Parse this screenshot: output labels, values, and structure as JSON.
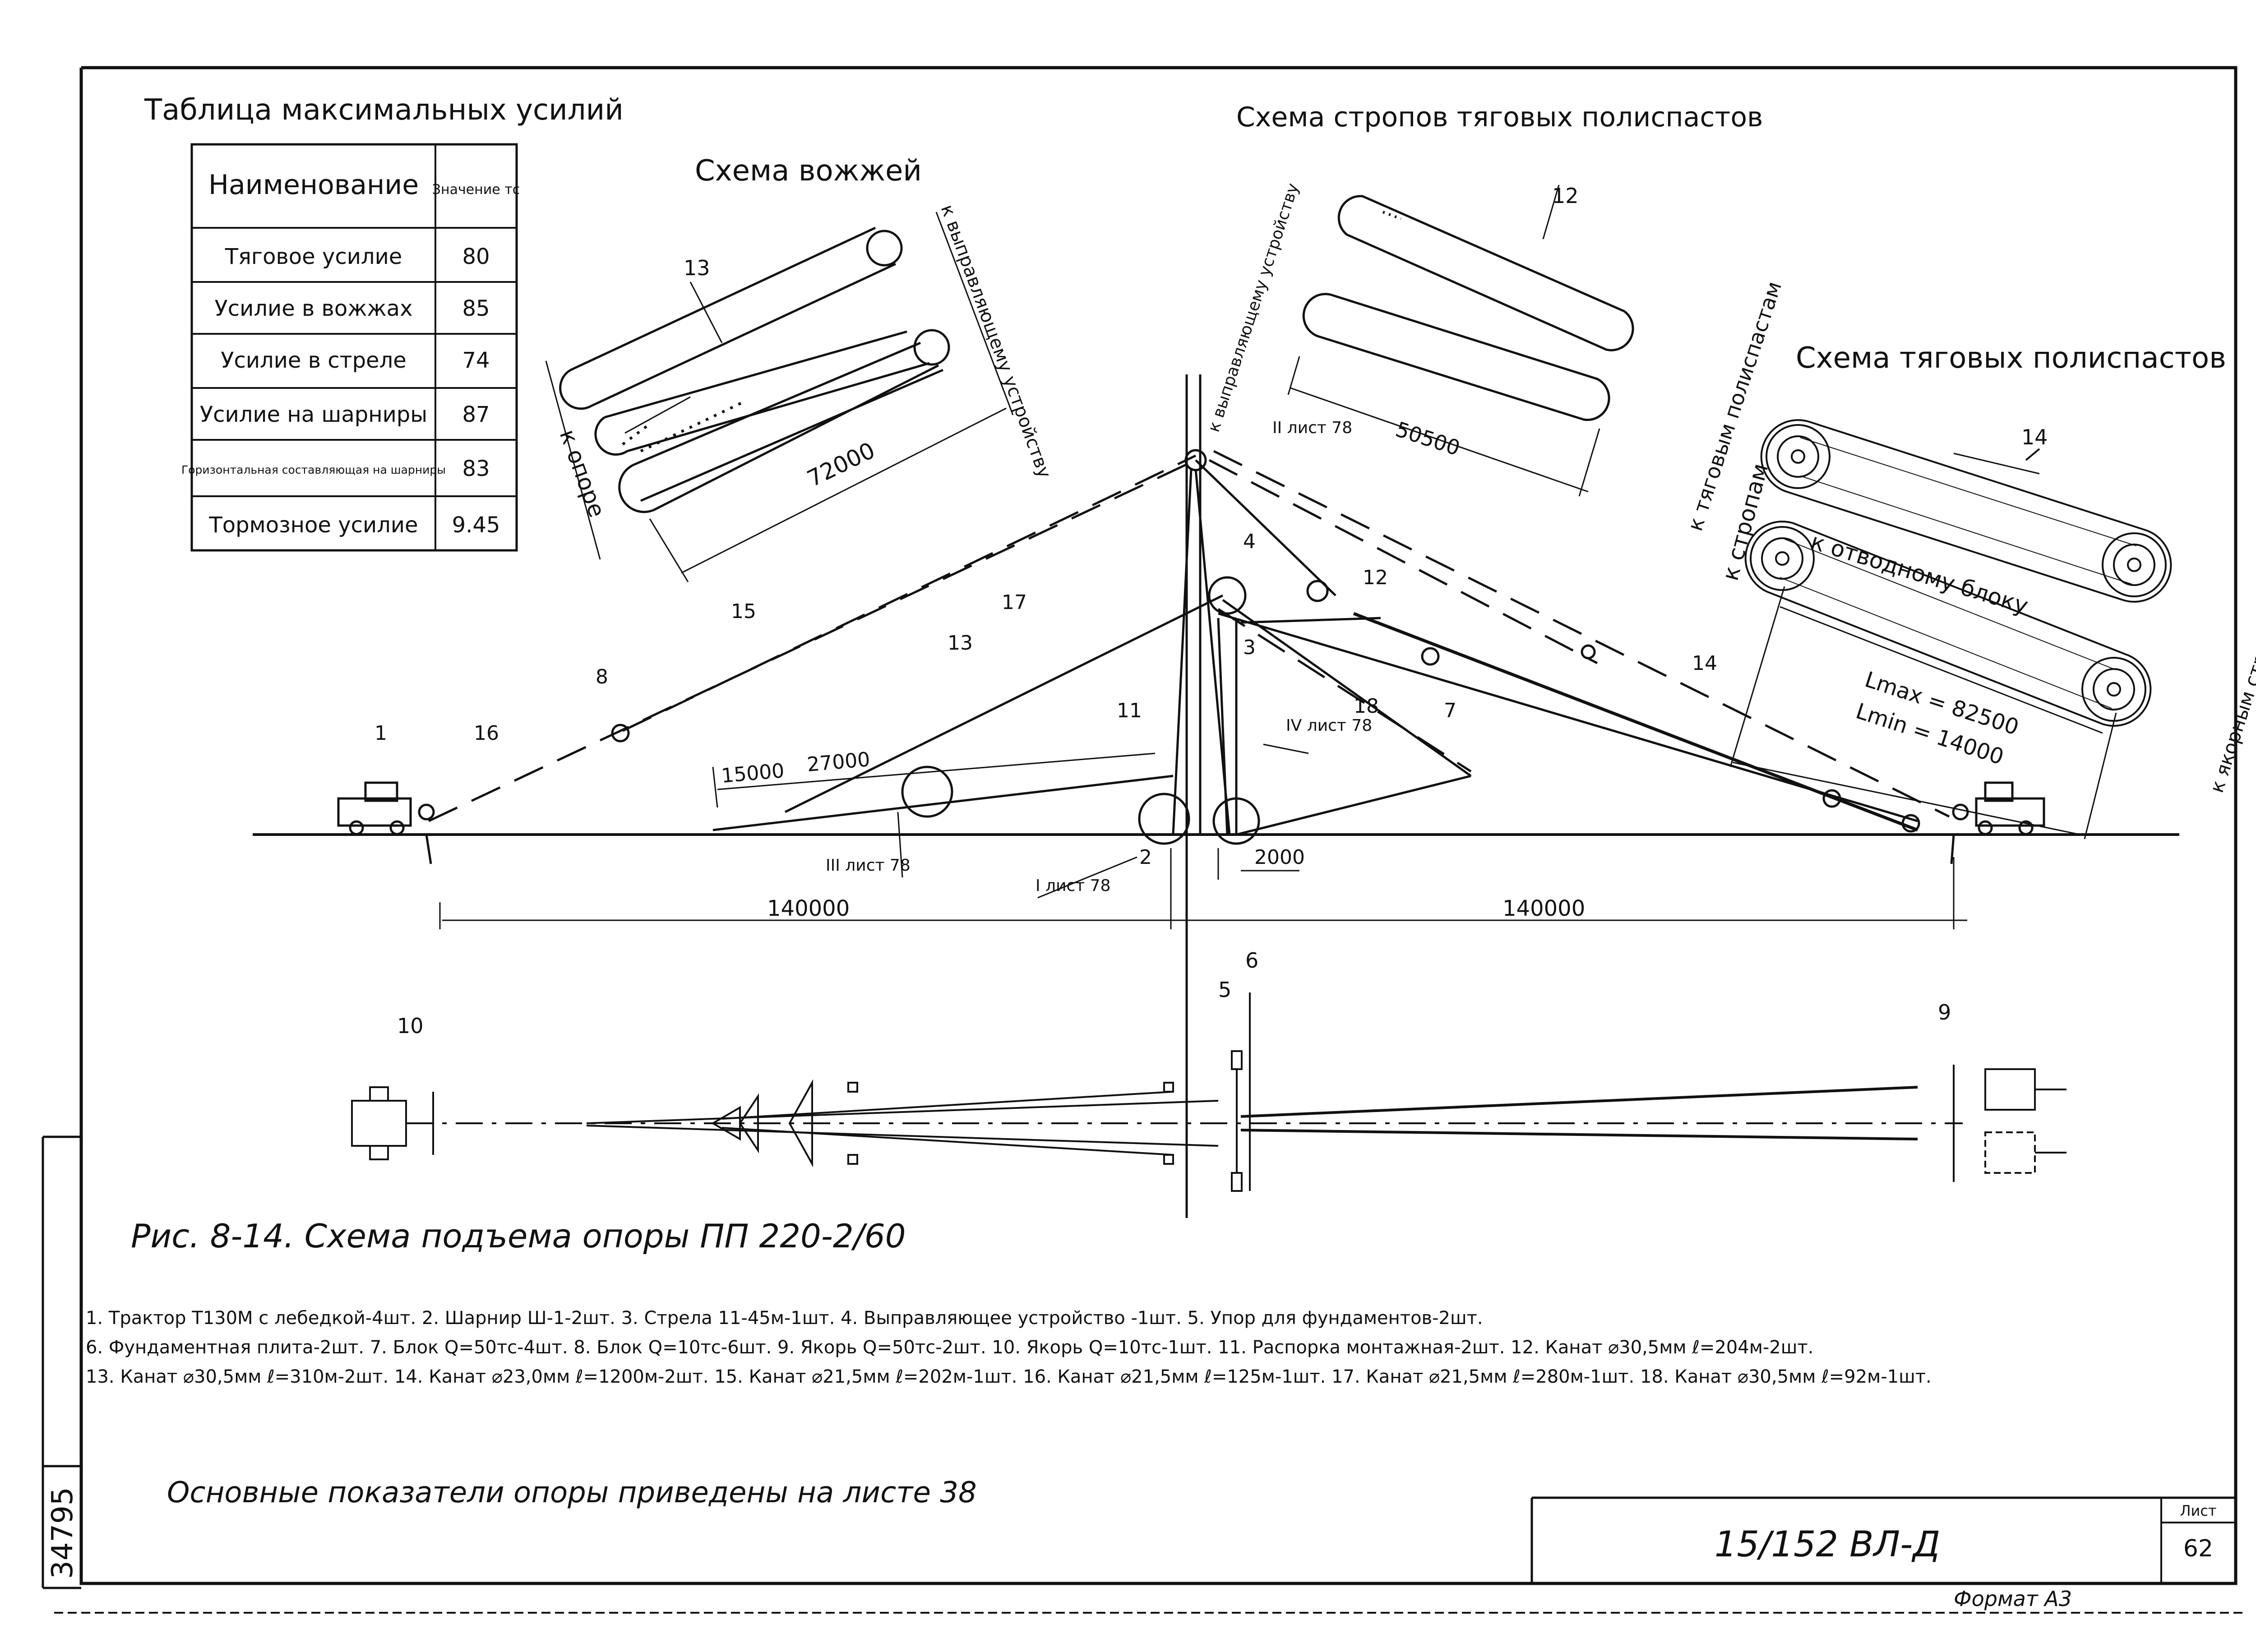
{
  "forces_table": {
    "title": "Таблица максимальных усилий",
    "header_name": "Наименование",
    "header_value": "Значение тс",
    "rows": [
      {
        "name": "Тяговое усилие",
        "value": "80"
      },
      {
        "name": "Усилие в вожжах",
        "value": "85"
      },
      {
        "name": "Усилие в стреле",
        "value": "74"
      },
      {
        "name": "Усилие на шарниры",
        "value": "87"
      },
      {
        "name": "Горизонтальная составляющая на шарниры",
        "value": "83"
      },
      {
        "name": "Тормозное усилие",
        "value": "9.45"
      }
    ]
  },
  "reins_scheme": {
    "title": "Схема вожжей",
    "label_device": "к выправляющему устройству",
    "label_support": "к опоре",
    "dim": "72000",
    "item": "13"
  },
  "slings_scheme": {
    "title": "Схема стропов тяговых полиспастов",
    "label_device": "к выправляющему устройству",
    "label_pulley": "к тяговым полиспастам",
    "dim": "50500",
    "item": "12"
  },
  "pulley_scheme": {
    "title": "Схема тяговых полиспастов",
    "label_sling": "к стропам",
    "label_block": "к отводному блоку",
    "label_anchor": "к якорным стропам",
    "lmax": "Lmax = 82500",
    "lmin": "Lmin = 14000",
    "item": "14"
  },
  "elevation": {
    "dims": [
      "15000",
      "27000",
      "2000",
      "140000",
      "140000"
    ],
    "sheet_refs": [
      "II лист 78",
      "III лист 78",
      "IV лист 78",
      "I лист 78"
    ],
    "items": [
      "1",
      "2",
      "3",
      "4",
      "7",
      "8",
      "11",
      "12",
      "13",
      "14",
      "15",
      "16",
      "17",
      "18"
    ]
  },
  "plan": {
    "items": [
      "5",
      "6",
      "9",
      "10"
    ]
  },
  "caption": "Рис. 8-14. Схема подъема опоры ПП 220-2/60",
  "legend": [
    "1. Трактор Т130М с лебедкой-4шт. 2. Шарнир Ш-1-2шт. 3. Стрела 11-45м-1шт. 4. Выправляющее устройство -1шт. 5. Упор для фундаментов-2шт.",
    "6. Фундаментная плита-2шт. 7. Блок Q=50тс-4шт. 8. Блок Q=10тс-6шт. 9. Якорь Q=50тс-2шт. 10. Якорь Q=10тс-1шт. 11. Распорка монтажная-2шт. 12. Канат ⌀30,5мм ℓ=204м-2шт.",
    "13. Канат ⌀30,5мм ℓ=310м-2шт. 14. Канат ⌀23,0мм ℓ=1200м-2шт. 15. Канат ⌀21,5мм ℓ=202м-1шт. 16. Канат ⌀21,5мм ℓ=125м-1шт. 17. Канат ⌀21,5мм ℓ=280м-1шт. 18. Канат ⌀30,5мм ℓ=92м-1шт."
  ],
  "note": "Основные показатели опоры приведены на листе 38",
  "stamp": {
    "code": "15/152 ВЛ-Д",
    "sheet_label": "Лист",
    "sheet_no": "62",
    "inventory": "34795",
    "format": "Формат А3"
  }
}
